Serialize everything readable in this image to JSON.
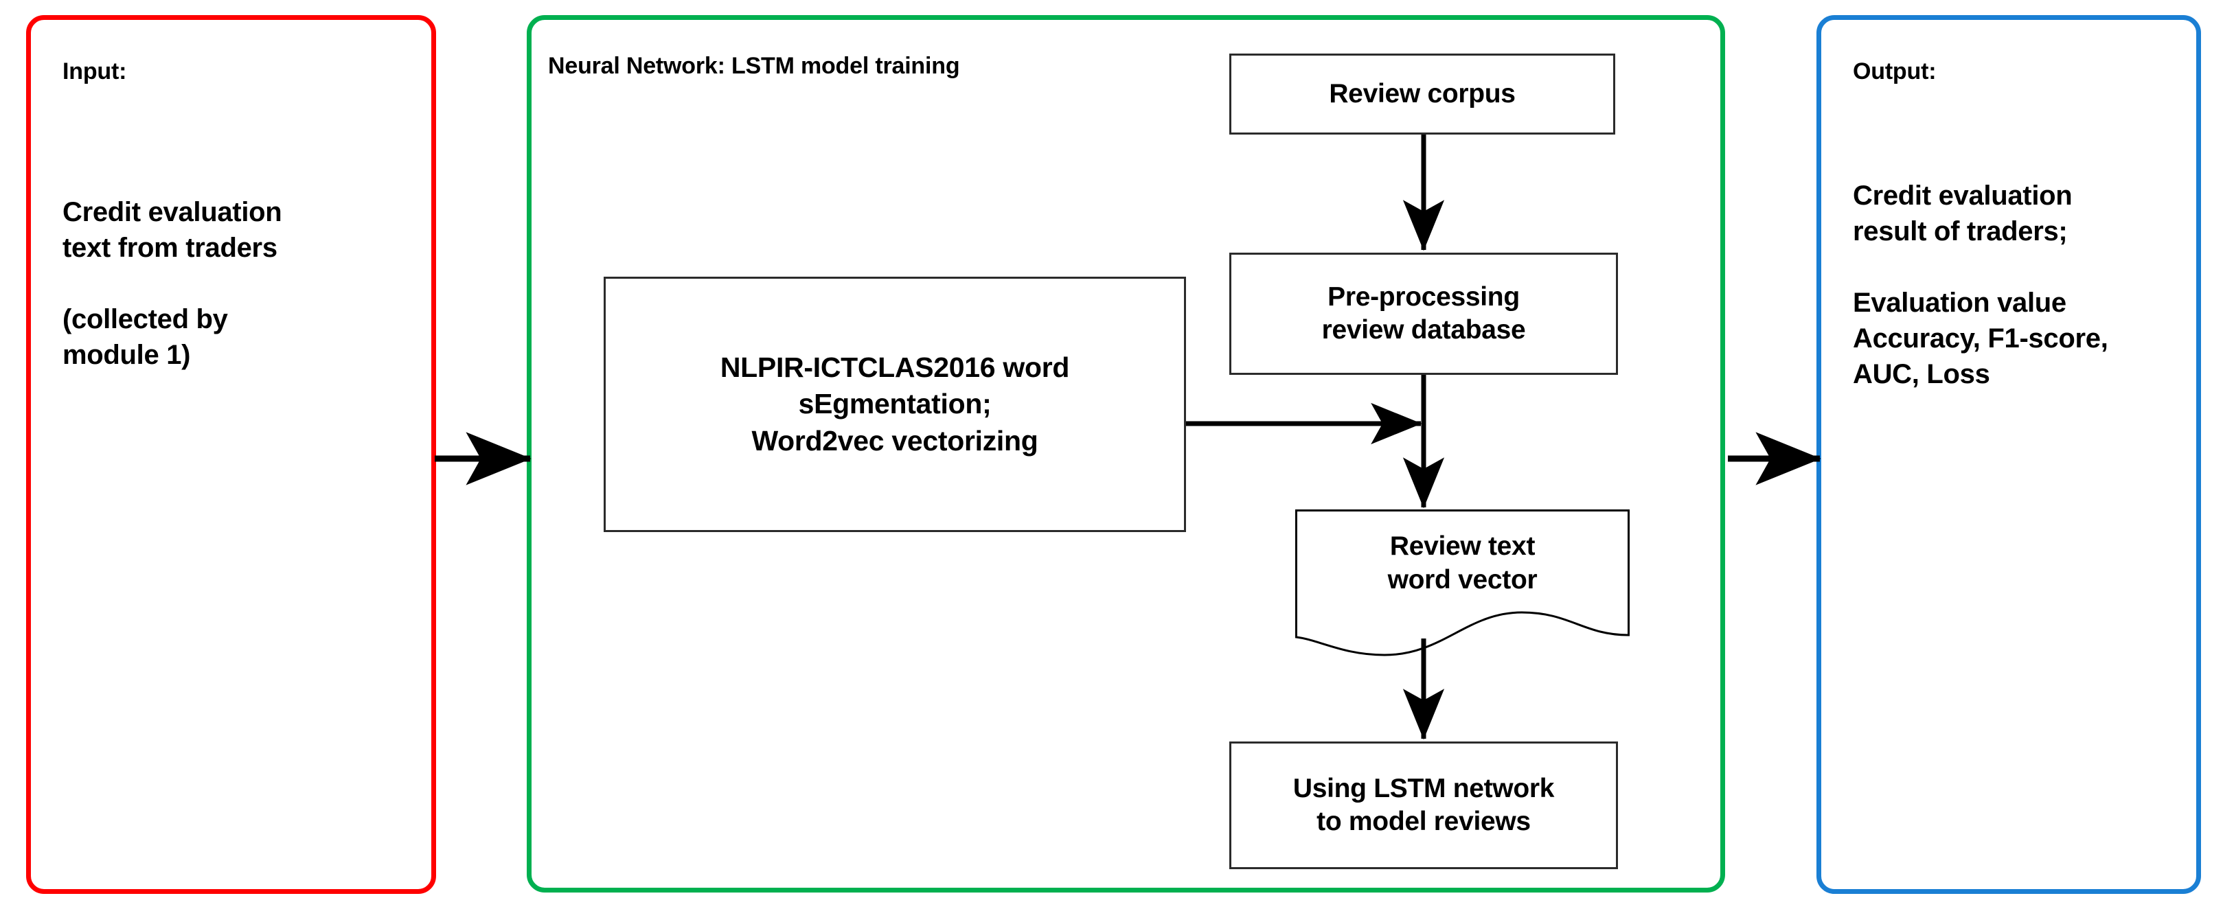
{
  "diagram": {
    "title": "Credit evaluation LSTM model training pipeline",
    "colors": {
      "input_panel_border": "#ff0000",
      "nn_panel_border": "#00b050",
      "output_panel_border": "#1a7fd4",
      "box_border": "#2b2b2b",
      "arrow": "#000000",
      "background": "#ffffff",
      "text": "#000000"
    }
  },
  "input_panel": {
    "heading": "Input:",
    "body": "Credit evaluation\ntext from traders\n\n(collected by\nmodule 1)"
  },
  "nn_panel": {
    "heading": "Neural Network: LSTM model training",
    "boxes": {
      "review_corpus": "Review corpus",
      "preprocessing": "Pre-processing\nreview database",
      "nlpir": "NLPIR-ICTCLAS2016 word\nsEgmentation;\nWord2vec vectorizing",
      "word_vector": "Review text\nword vector",
      "lstm": "Using LSTM network\nto model reviews"
    }
  },
  "output_panel": {
    "heading": "Output:",
    "body": "Credit evaluation\nresult of traders;\n\nEvaluation value\nAccuracy, F1-score,\nAUC, Loss"
  },
  "flow": {
    "edges": [
      {
        "name": "input-to-nn",
        "from": "input_panel",
        "to": "nn_panel",
        "direction": "right"
      },
      {
        "name": "corpus-to-preprocessing",
        "from": "review_corpus",
        "to": "preprocessing",
        "direction": "down"
      },
      {
        "name": "nlpir-to-trunk",
        "from": "nlpir",
        "to": "trunk",
        "direction": "right"
      },
      {
        "name": "preprocessing-to-vector",
        "from": "preprocessing",
        "to": "word_vector",
        "direction": "down"
      },
      {
        "name": "vector-to-lstm",
        "from": "word_vector",
        "to": "lstm",
        "direction": "down"
      },
      {
        "name": "nn-to-output",
        "from": "nn_panel",
        "to": "output_panel",
        "direction": "right"
      }
    ]
  }
}
